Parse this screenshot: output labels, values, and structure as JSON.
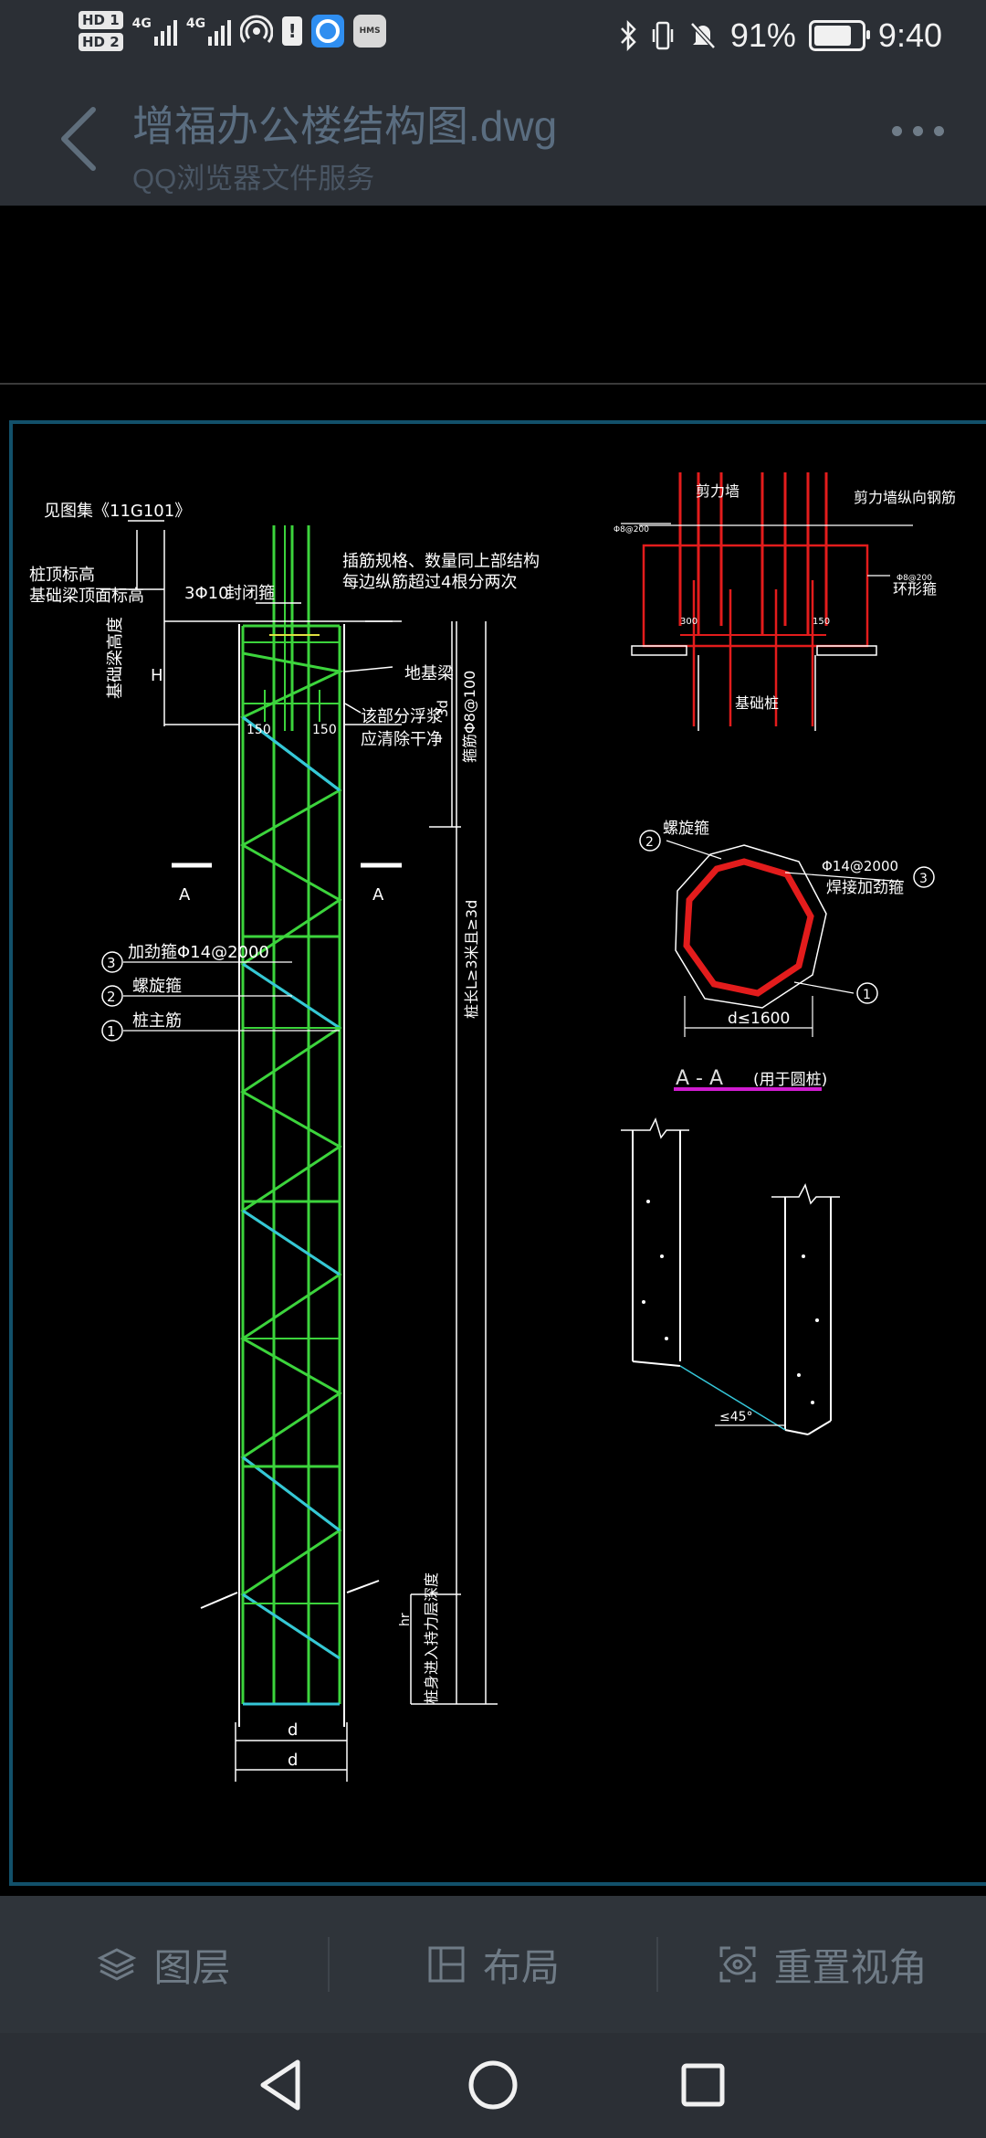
{
  "status": {
    "hd1": "HD 1",
    "hd2": "HD 2",
    "net1": "4G",
    "net2": "4G",
    "battery_pct": "91%",
    "battery_level": 0.91,
    "time": "9:40"
  },
  "header": {
    "title": "增福办公楼结构图.dwg",
    "subtitle": "QQ浏览器文件服务"
  },
  "drawing": {
    "ref_atlas": "见图集《11G101》",
    "pile_top": "桩顶标高",
    "beam_top": "基础梁顶面标高",
    "beam_height": "基础梁高度",
    "h": "H",
    "bar_3phi10": "3Φ10",
    "closed_stirrup": "封闭箍",
    "note1": "插筋规格、数量同上部结构",
    "note2": "每边纵筋超过4根分两次",
    "ground_beam": "地基梁",
    "float_note1": "该部分浮浆",
    "float_note2": "应清除干净",
    "dim150a": "150",
    "dim150b": "150",
    "dim3d": "3d",
    "stirrup_dense": "箍筋Φ8@100",
    "pile_length": "桩长L≥3米且≥3d",
    "sec_a_left": "A",
    "sec_a_right": "A",
    "n1": "1",
    "n2": "2",
    "n3": "3",
    "stiff_ring": "加劲箍Φ14@2000",
    "spiral": "螺旋箍",
    "main_bar": "桩主筋",
    "hr": "hr",
    "bearing_depth": "桩身进入持力层深度",
    "dim_d1": "d",
    "dim_d2": "d",
    "shear_wall": "剪力墙",
    "wall_vertical": "剪力墙纵向钢筋",
    "r_left": "Φ8@200",
    "r_right": "Φ8@200",
    "ring_beam": "环形箍",
    "d300": "300",
    "d150": "150",
    "base_pile": "基础桩",
    "sec_spiral": "螺旋箍",
    "sec_stiff": "Φ14@2000",
    "weld_stiff": "焊接加劲箍",
    "sec_d": "d≤1600",
    "sec_title": "A - A",
    "sec_title_note": "(用于圆桩)",
    "angle": "≤45°"
  },
  "toolbar": {
    "layers": "图层",
    "layout": "布局",
    "reset_view": "重置视角"
  },
  "colors": {
    "bg": "#2b2f35",
    "title": "#5a6d80",
    "green": "#3cd43c",
    "cyan": "#35c6d8",
    "red": "#e31c1c",
    "magenta": "#d01cd0",
    "frame": "#12506a"
  },
  "icons": [
    "back-icon",
    "more-icon",
    "layers-icon",
    "layout-icon",
    "reset-view-icon",
    "nav-back-icon",
    "nav-home-icon",
    "nav-recents-icon"
  ]
}
